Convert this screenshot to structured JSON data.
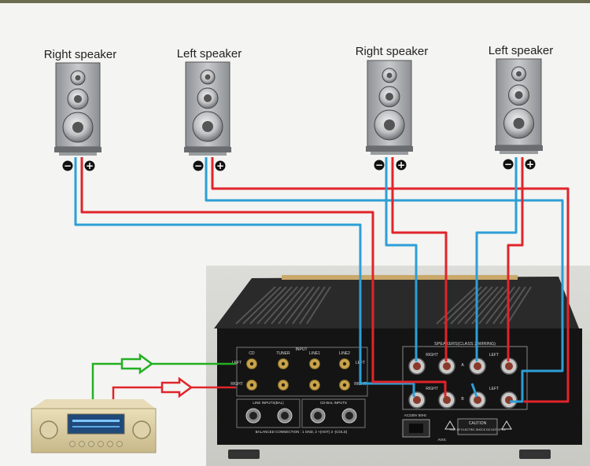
{
  "speakers": [
    {
      "label": "Right speaker"
    },
    {
      "label": "Left speaker"
    },
    {
      "label": "Right speaker"
    },
    {
      "label": "Left speaker"
    }
  ],
  "terminals": {
    "minus": "−",
    "plus": "+"
  },
  "amp_panel": {
    "input_title": "INPUT",
    "inputs": [
      "CD",
      "TUNER",
      "LINE1",
      "LINE2"
    ],
    "left_label": "LEFT",
    "right_label": "RIGHT",
    "speakers_title": "SPEAKERS(CLASS 2 WIRING)",
    "spk_right": "RIGHT",
    "spk_left": "LEFT",
    "term_a": "A",
    "term_b": "B",
    "bal_input_1": "LINE INPUTS(BAL)",
    "bal_input_2": "CD-BAL INPUTS",
    "balanced_note": "BALANCED CONNECTION : 1 GND, 2 +(HOT) 3 -(COLD)",
    "ac_label": "AC230V 50Hz",
    "caution_title": "CAUTION",
    "caution_text": "RISK OF ELECTRIC SHOCK DO NOT OPEN",
    "avis": "AVIS:"
  },
  "colors": {
    "red_wire": "#e0242a",
    "blue_wire": "#2d9fd6",
    "green_arrow": "#22b022",
    "red_arrow": "#e0242a",
    "chassis": "#151515",
    "speaker_body": "#b9bcc0"
  }
}
